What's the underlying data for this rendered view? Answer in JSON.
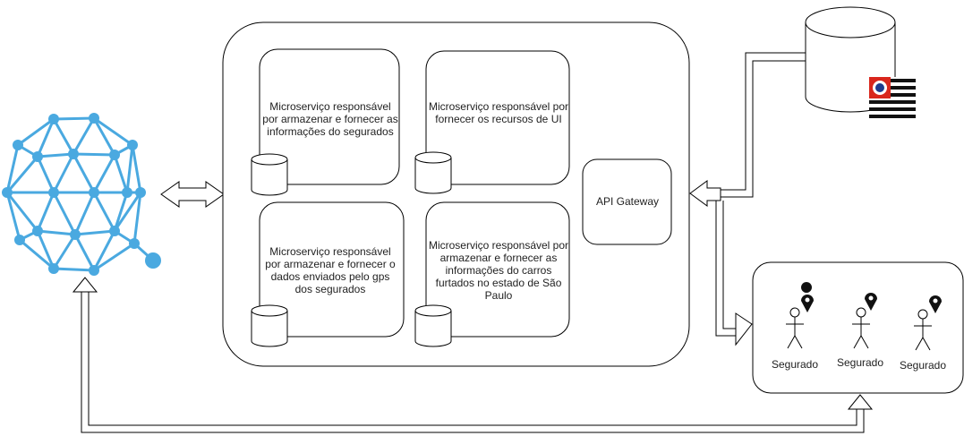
{
  "microservices": {
    "ms1": {
      "label": "Microserviço responsável por armazenar e fornecer as informações do segurados"
    },
    "ms2": {
      "label": "Microserviço responsável por fornecer os recursos de UI"
    },
    "ms3": {
      "label": "Microserviço responsável por armazenar e fornecer o dados enviados pelo gps dos segurados"
    },
    "ms4": {
      "label": "Microserviço responsável por armazenar e fornecer as informações do carros furtados no estado de São Paulo"
    }
  },
  "gateway": {
    "label": "API Gateway"
  },
  "segurados": [
    {
      "label": "Segurado"
    },
    {
      "label": "Segurado"
    },
    {
      "label": "Segurado"
    }
  ],
  "colors": {
    "stroke": "#000000",
    "network": "#4aa9e0",
    "flag_red": "#d9261c",
    "flag_blue": "#1f3b8c"
  },
  "icons": [
    "network-icon",
    "database-icon",
    "map-pin-icon",
    "person-icon",
    "sao-paulo-flag-icon"
  ]
}
